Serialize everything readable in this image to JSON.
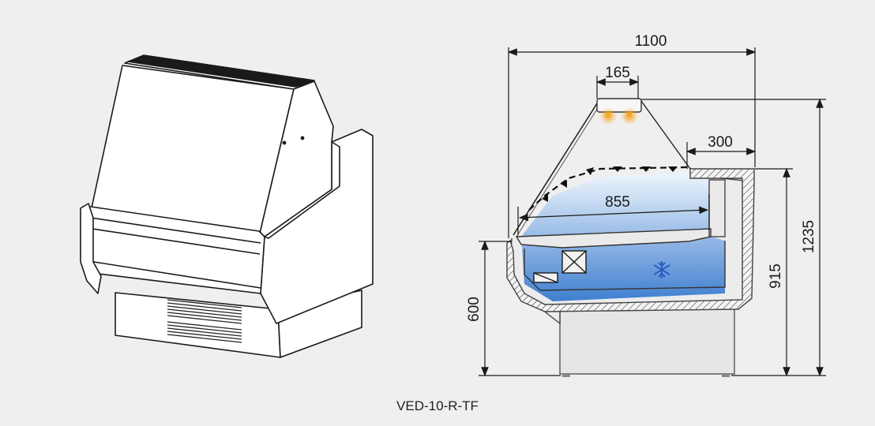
{
  "dimensions": {
    "total_width": "1100",
    "lamp_width": "165",
    "shelf_depth": "300",
    "inner_depth": "855",
    "total_height": "1235",
    "counter_height": "915",
    "base_height": "600"
  },
  "model_label": "VED-10-R-TF",
  "colors": {
    "line": "#1a1a1a",
    "panel": "#ffffff",
    "background": "#efefef",
    "cold_zone_top": "#e9f2fb",
    "cold_zone_bottom": "#3f7fd0",
    "lamp_glow": "#f5a623",
    "snowflake": "#2a5fc0"
  },
  "icons": [
    "snowflake-icon",
    "lamp-icon"
  ]
}
